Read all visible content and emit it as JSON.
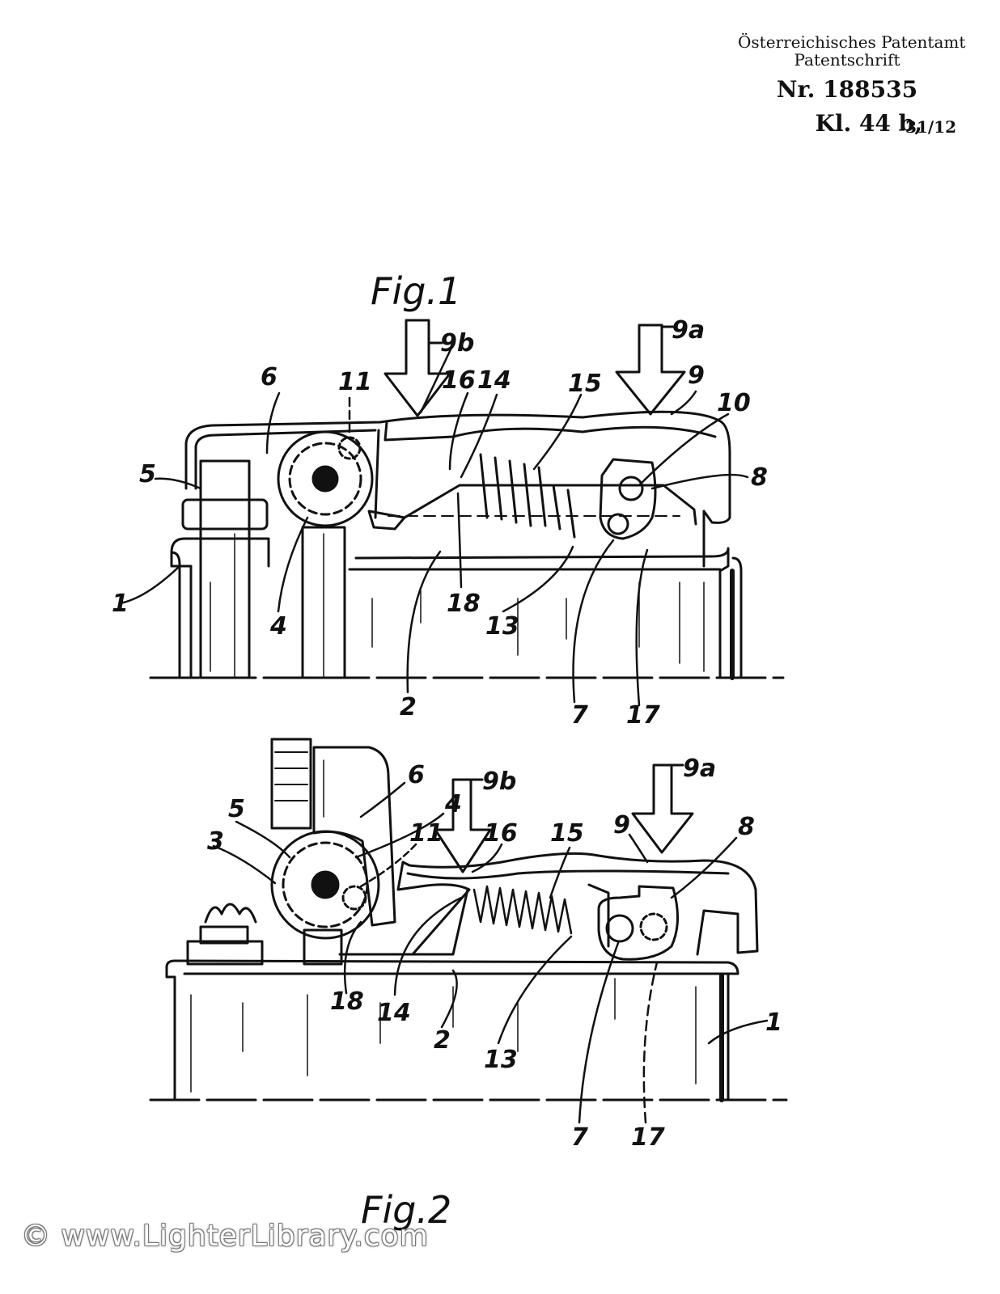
{
  "header": {
    "office": "Österreichisches Patentamt",
    "doc_type": "Patentschrift",
    "number": "Nr. 188535",
    "class_main": "Kl. 44 b,",
    "class_sub": "31/12"
  },
  "figures": {
    "fig1": {
      "title": "Fig.1",
      "labels": [
        "6",
        "11",
        "9b",
        "16",
        "14",
        "15",
        "9a",
        "9",
        "10",
        "8",
        "5",
        "4",
        "18",
        "13",
        "1",
        "2",
        "7",
        "17"
      ]
    },
    "fig2": {
      "title": "Fig.2",
      "labels": [
        "6",
        "9b",
        "9a",
        "5",
        "4",
        "11",
        "16",
        "15",
        "9",
        "8",
        "3",
        "18",
        "14",
        "2",
        "13",
        "1",
        "7",
        "17"
      ]
    }
  },
  "watermark": "© www.LighterLibrary.com"
}
